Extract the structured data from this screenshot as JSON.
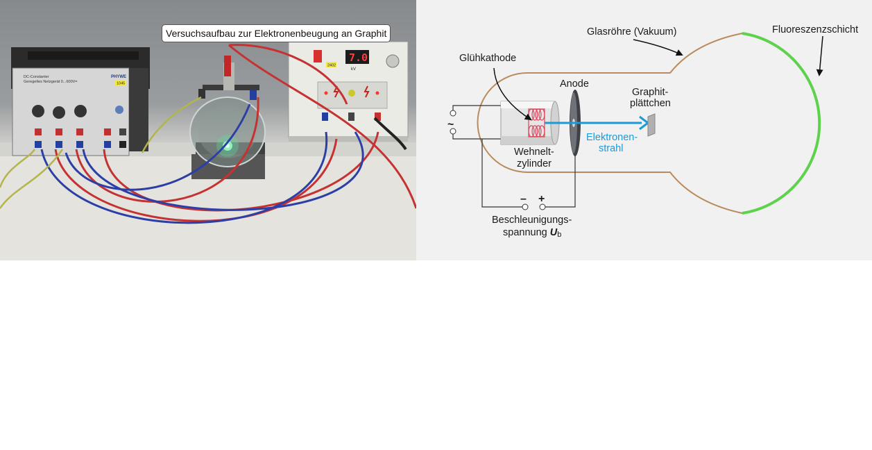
{
  "photo": {
    "caption": "Versuchsaufbau zur Elektronenbeugung an Graphit",
    "power_supply_label_1": "DC-Constanter",
    "power_supply_label_2": "Geregeltes Netzgerät 0...600V=",
    "power_supply_brand": "PHYWE",
    "power_supply_badge": "1045",
    "hv_display": "7.0",
    "hv_unit": "kV",
    "hv_badge": "2402"
  },
  "diagram": {
    "glass_tube": "Glasröhre (Vakuum)",
    "fluorescent_layer": "Fluoreszenzschicht",
    "cathode": "Glühkathode",
    "anode": "Anode",
    "graphite_1": "Graphit-",
    "graphite_2": "plättchen",
    "beam_1": "Elektronen-",
    "beam_2": "strahl",
    "wehnelt_1": "Wehnelt-",
    "wehnelt_2": "zylinder",
    "ac_symbol": "~",
    "minus": "–",
    "plus": "+",
    "voltage_1": "Beschleunigungs-",
    "voltage_2": "spannung",
    "voltage_symbol": "U",
    "voltage_subscript": "b",
    "colors": {
      "glass_outline": "#b98a5e",
      "fluorescent": "#5ed14d",
      "beam": "#1a9bd7",
      "filament": "#e0405a"
    }
  }
}
